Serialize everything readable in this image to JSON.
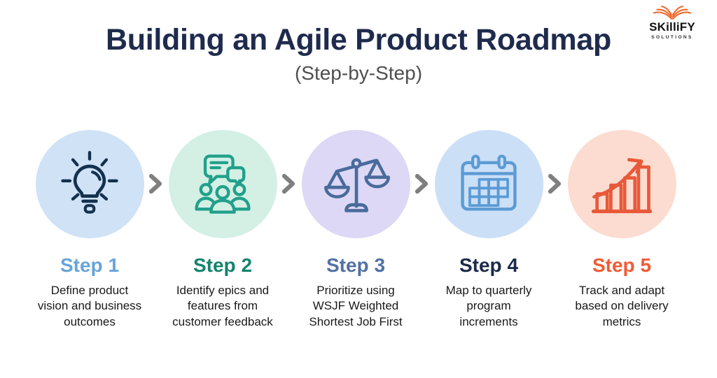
{
  "header": {
    "title": "Building an Agile Product Roadmap",
    "subtitle": "(Step-by-Step)",
    "title_color": "#1f2b4d",
    "subtitle_color": "#4f4f4f"
  },
  "logo": {
    "brand": "SKilliFY",
    "tagline": "SOLUTIONS",
    "icon": "open-book-icon",
    "icon_color": "#f2682a",
    "text_color": "#121212"
  },
  "connector": {
    "icon": "chevron-right-icon",
    "color": "#7f7f7f"
  },
  "steps": [
    {
      "label": "Step 1",
      "label_color": "#67a4d9",
      "circle_bg": "#cfe2f6",
      "icon": "lightbulb-icon",
      "icon_color": "#14304f",
      "description": "Define product\nvision and business\noutcomes"
    },
    {
      "label": "Step 2",
      "label_color": "#15836c",
      "circle_bg": "#d4f0e5",
      "icon": "team-discussion-icon",
      "icon_color": "#21a08b",
      "description": "Identify epics and\nfeatures from\ncustomer feedback"
    },
    {
      "label": "Step 3",
      "label_color": "#5271a3",
      "circle_bg": "#dcd8f5",
      "icon": "balance-scale-icon",
      "icon_color": "#4a6b9b",
      "description": "Prioritize using\nWSJF Weighted\nShortest Job First"
    },
    {
      "label": "Step 4",
      "label_color": "#1b2a4a",
      "circle_bg": "#cbdff7",
      "icon": "calendar-icon",
      "icon_color": "#5b9bd5",
      "description": "Map to quarterly\nprogram\nincrements"
    },
    {
      "label": "Step 5",
      "label_color": "#f15b35",
      "circle_bg": "#fcdcd0",
      "icon": "growth-chart-icon",
      "icon_color": "#e8593a",
      "description": "Track and adapt\nbased on delivery\nmetrics"
    }
  ]
}
